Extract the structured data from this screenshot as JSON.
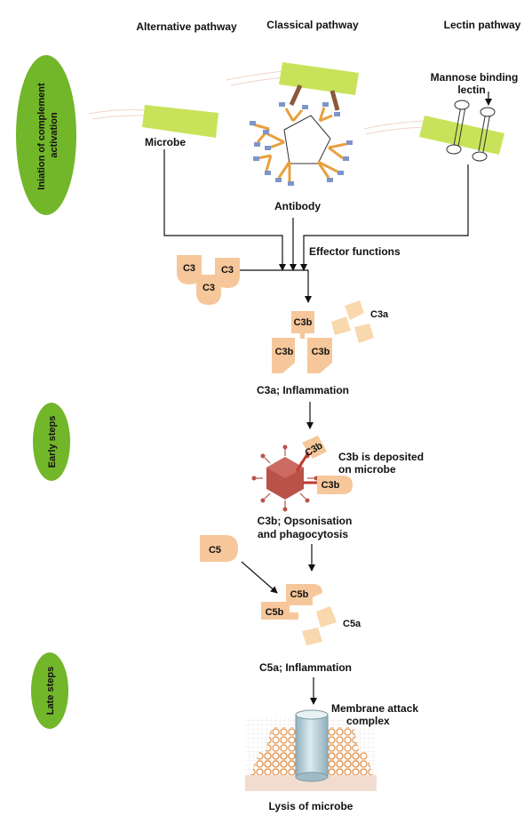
{
  "pathways": {
    "alternative": "Alternative pathway",
    "classical": "Classical pathway",
    "lectin": "Lectin pathway"
  },
  "stages": {
    "initiation": "Iniation of complement activation",
    "early": "Early steps",
    "late": "Late steps"
  },
  "labels": {
    "microbe": "Microbe",
    "antibody": "Antibody",
    "mbl_line1": "Mannose binding",
    "mbl_line2": "lectin",
    "effector": "Effector functions",
    "c3a_inflammation": "C3a; Inflammation",
    "c3b_deposited_line1": "C3b is deposited",
    "c3b_deposited_line2": "on microbe",
    "opsonisation_line1": "C3b; Opsonisation",
    "opsonisation_line2": "and phagocytosis",
    "c5a_inflammation": "C5a; Inflammation",
    "mac_line1": "Membrane attack",
    "mac_line2": "complex",
    "lysis": "Lysis of microbe"
  },
  "fragments": {
    "c3": "C3",
    "c3a": "C3a",
    "c3b": "C3b",
    "c5": "C5",
    "c5a": "C5a",
    "c5b": "C5b"
  },
  "colors": {
    "stage_green": "#72b62a",
    "microbe_green": "#c8e35a",
    "fragment_peach": "#f6c79b",
    "fragment_light": "#f9d8ad",
    "antibody_orange": "#e7a040",
    "antibody_blue": "#7d95c9",
    "virus_red": "#b9534a",
    "membrane_orange": "#e0893a",
    "mac_cylinder": "#b9d3dc",
    "arrow": "#111111"
  }
}
